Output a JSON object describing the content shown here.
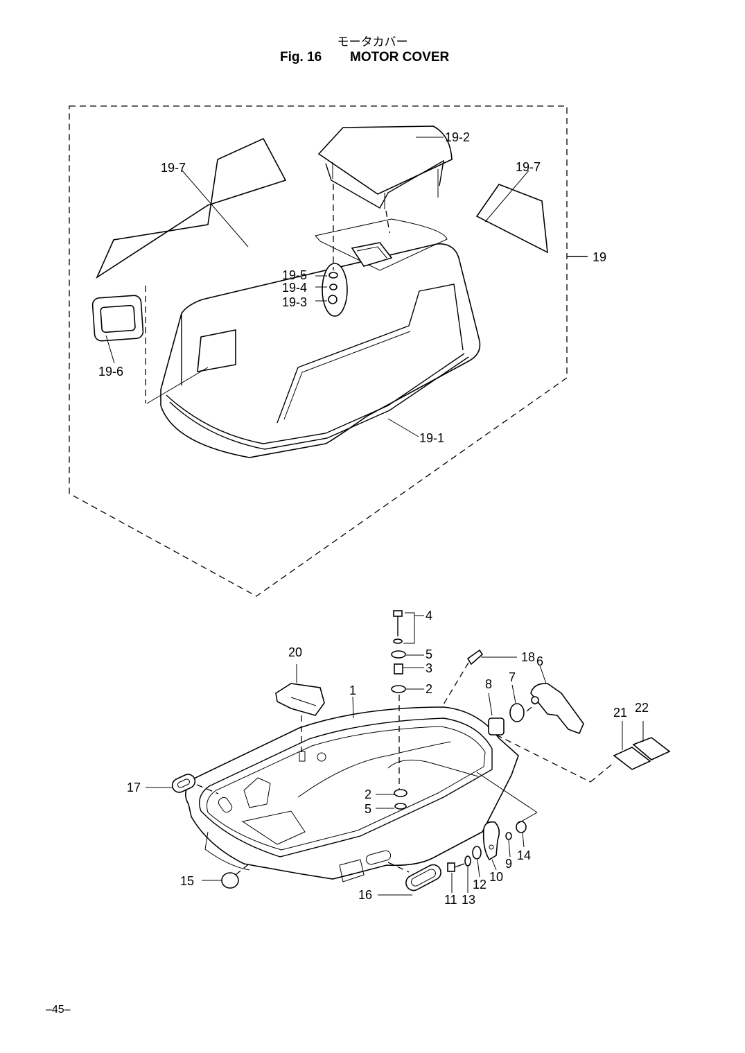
{
  "title": {
    "japanese": "モータカバー",
    "fig_label": "Fig. 16",
    "name": "MOTOR COVER"
  },
  "callouts": {
    "c19_2": "19-2",
    "c19_7a": "19-7",
    "c19_7b": "19-7",
    "c19": "19",
    "c19_5": "19-5",
    "c19_4": "19-4",
    "c19_3": "19-3",
    "c19_6": "19-6",
    "c19_1": "19-1",
    "c4": "4",
    "c5a": "5",
    "c3": "3",
    "c2a": "2",
    "c18": "18",
    "c6": "6",
    "c7": "7",
    "c8": "8",
    "c20": "20",
    "c1": "1",
    "c21": "21",
    "c22": "22",
    "c17": "17",
    "c2b": "2",
    "c5b": "5",
    "c14": "14",
    "c9": "9",
    "c10": "10",
    "c12": "12",
    "c11": "11",
    "c13": "13",
    "c15": "15",
    "c16": "16"
  },
  "footer": {
    "page": "–45–"
  }
}
